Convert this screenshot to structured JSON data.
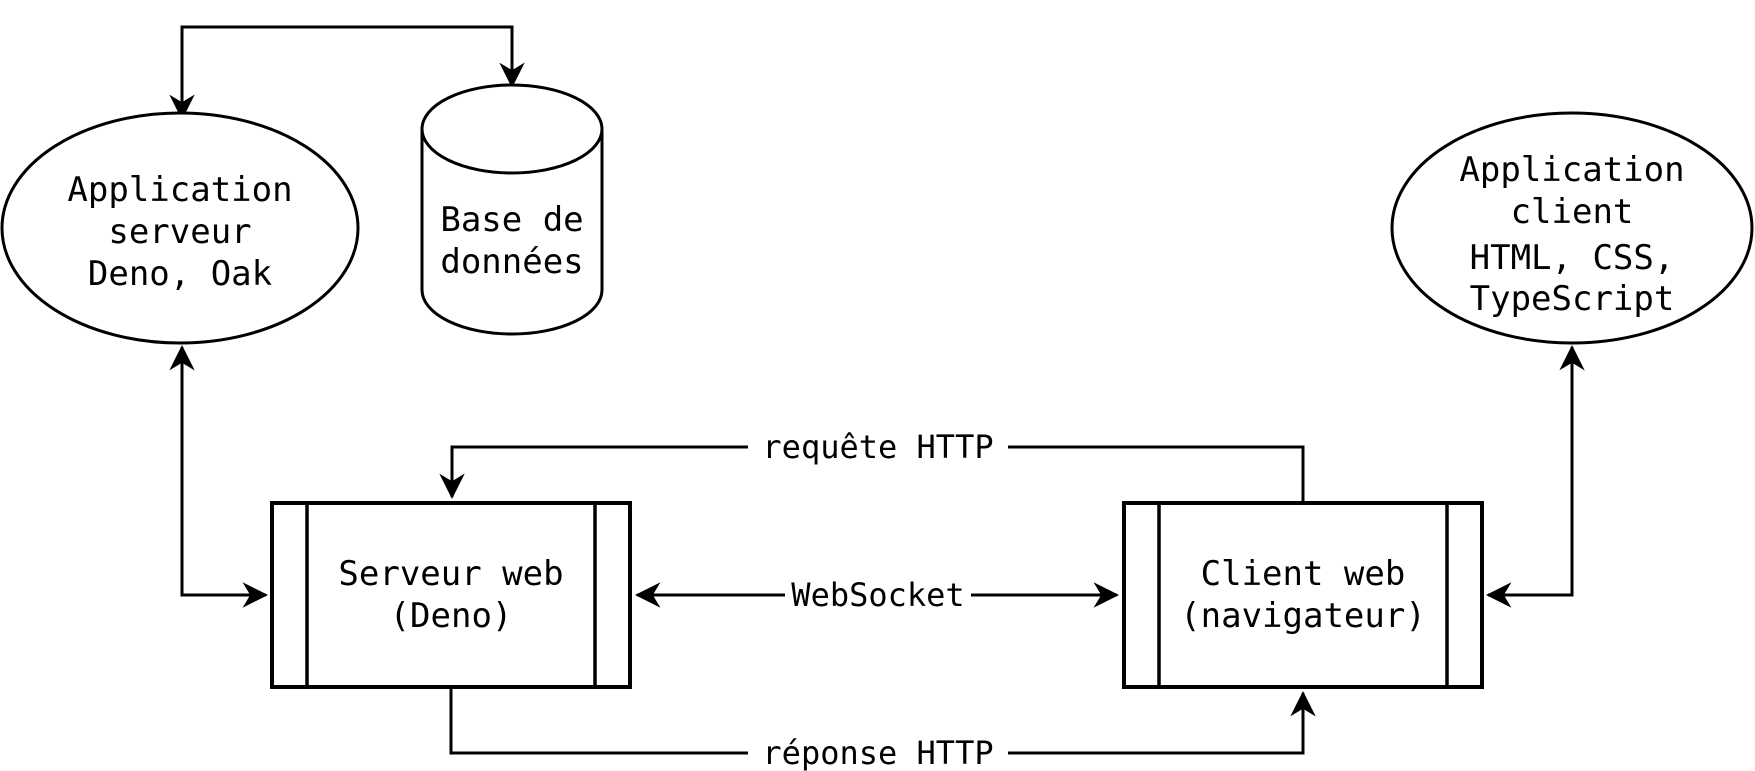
{
  "diagram": {
    "type": "architecture-flowchart",
    "background_color": "#ffffff",
    "stroke_color": "#000000",
    "nodes": {
      "app_server": {
        "shape": "ellipse",
        "lines": [
          "Application",
          "serveur",
          "Deno, Oak"
        ]
      },
      "database": {
        "shape": "cylinder",
        "lines": [
          "Base de",
          "données"
        ]
      },
      "app_client": {
        "shape": "ellipse",
        "lines": [
          "Application",
          "client",
          "HTML, CSS,",
          "TypeScript"
        ]
      },
      "web_server": {
        "shape": "subroutine",
        "lines": [
          "Serveur web",
          "(Deno)"
        ]
      },
      "web_client": {
        "shape": "subroutine",
        "lines": [
          "Client web",
          "(navigateur)"
        ]
      }
    },
    "edges": {
      "server_db": {
        "from": "app_server",
        "to": "database",
        "label": "",
        "bidirectional": true
      },
      "appserver_webserver": {
        "from": "app_server",
        "to": "web_server",
        "label": "",
        "bidirectional": true
      },
      "appclient_webclient": {
        "from": "app_client",
        "to": "web_client",
        "label": "",
        "bidirectional": true
      },
      "requete": {
        "from": "web_client",
        "to": "web_server",
        "label": "requête HTTP",
        "bidirectional": false
      },
      "websocket": {
        "from": "web_server",
        "to": "web_client",
        "label": "WebSocket",
        "bidirectional": true
      },
      "reponse": {
        "from": "web_server",
        "to": "web_client",
        "label": "réponse HTTP",
        "bidirectional": false
      }
    }
  }
}
